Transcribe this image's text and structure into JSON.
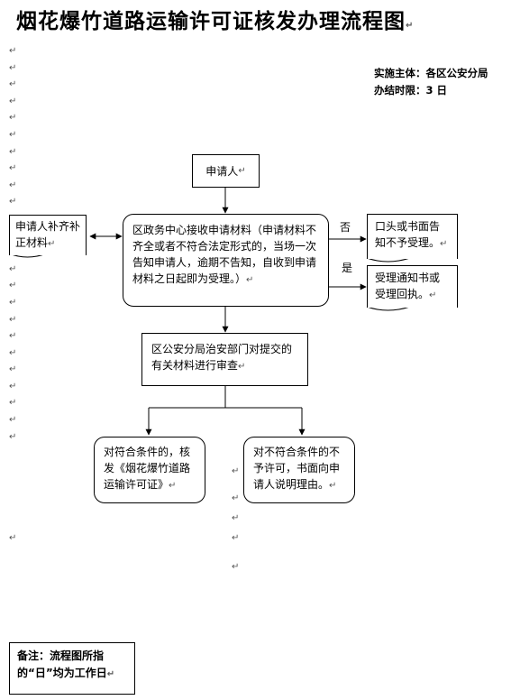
{
  "title": "烟花爆竹道路运输许可证核发办理流程图",
  "para_mark": "↵",
  "info": {
    "implementer": "实施主体：各区公安分局",
    "time_limit": "办结时限：3 日"
  },
  "flow": {
    "applicant": "申请人",
    "supplement": "申请人补齐补正材料",
    "receive": "区政务中心接收申请材料（申请材料不齐全或者不符合法定形式的，当场一次告知申请人，逾期不告知，自收到申请材料之日起即为受理。）",
    "label_no": "否",
    "label_yes": "是",
    "reject_notice": "口头或书面告知不予受理。",
    "accept_notice": "受理通知书或受理回执。",
    "review": "区公安分局治安部门对提交的有关材料进行审查",
    "approve": "对符合条件的，核发《烟花爆竹道路运输许可证》",
    "deny": "对不符合条件的不予许可，书面向申请人说明理由。"
  },
  "note": "备注：流程图所指的“日”均为工作日"
}
